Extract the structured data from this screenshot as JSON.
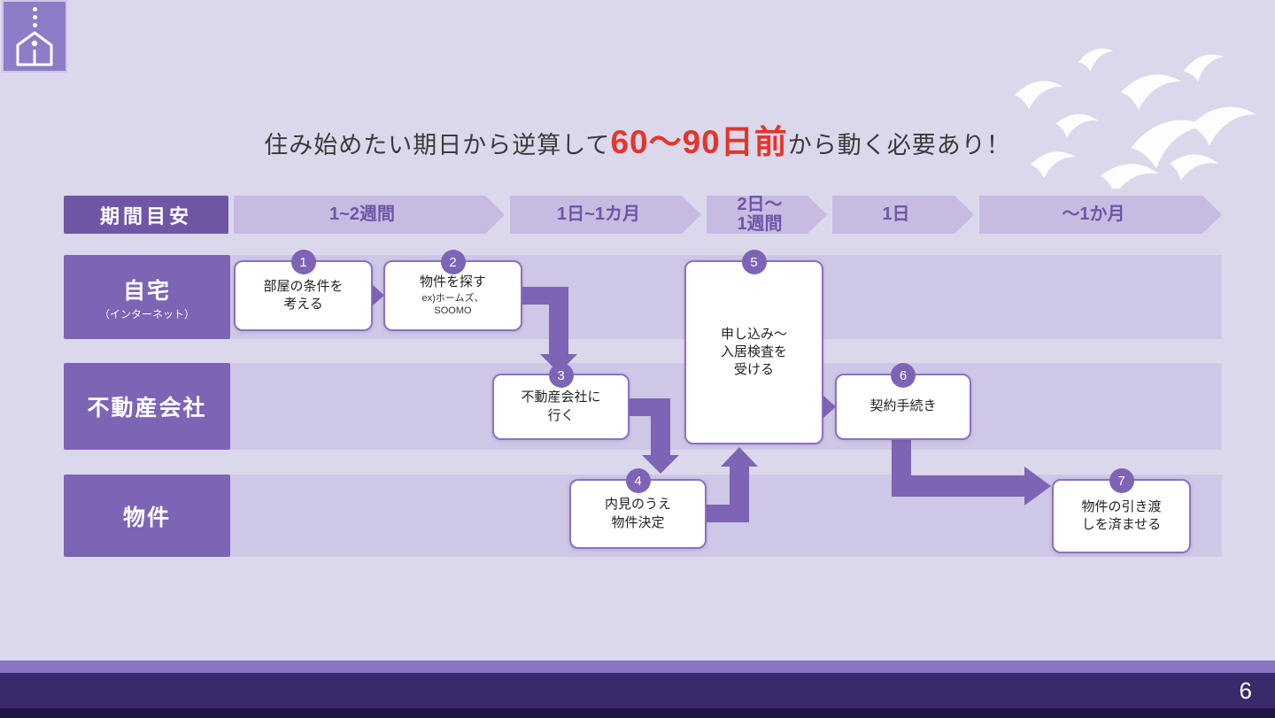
{
  "colors": {
    "background": "#dcd8ec",
    "accent_purple": "#7d64b5",
    "timeline_arrow": "#c7bbe2",
    "lane_band": "#cfc7e6",
    "highlight_red": "#e5352b",
    "footer_bar": "#3a296b"
  },
  "title": {
    "prefix": "住み始めたい期日から逆算して",
    "highlight": "60〜90日前",
    "suffix": "から動く必要あり！"
  },
  "timeline": {
    "header": "期間目安",
    "segments": [
      "1~2週間",
      "1日~1カ月",
      "2日〜\n1週間",
      "1日",
      "〜1か月"
    ]
  },
  "lanes": [
    {
      "label": "自宅",
      "sublabel": "（インターネット）"
    },
    {
      "label": "不動産会社"
    },
    {
      "label": "物件"
    }
  ],
  "steps": [
    {
      "number": "1",
      "text": "部屋の条件を\n考える"
    },
    {
      "number": "2",
      "text": "物件を探す",
      "subtext": "ex)ホームズ、\nSOOMO"
    },
    {
      "number": "3",
      "text": "不動産会社に\n行く"
    },
    {
      "number": "4",
      "text": "内見のうえ\n物件決定"
    },
    {
      "number": "5",
      "text": "申し込み〜\n入居検査を\n受ける"
    },
    {
      "number": "6",
      "text": "契約手続き"
    },
    {
      "number": "7",
      "text": "物件の引き渡\nしを済ませる"
    }
  ],
  "footer": {
    "page_number": "6"
  }
}
